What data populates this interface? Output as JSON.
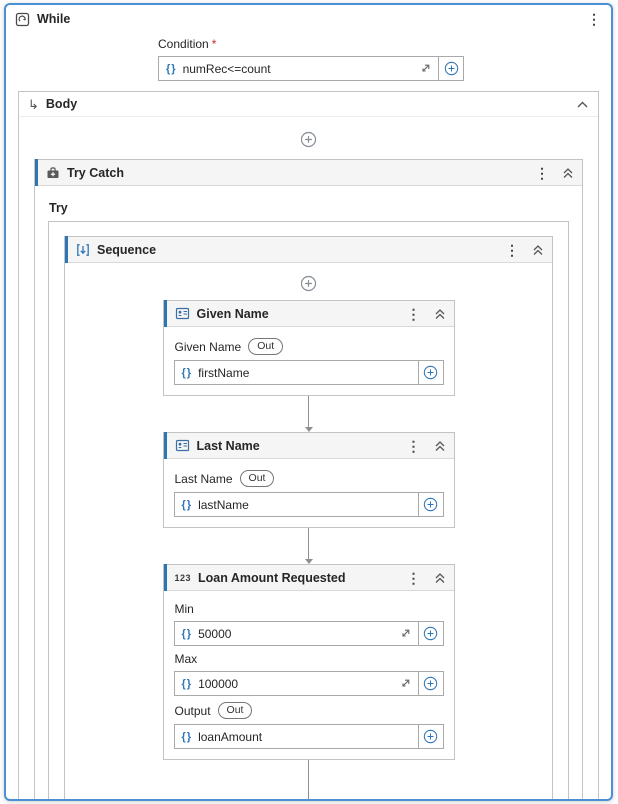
{
  "colors": {
    "frame_accent": "#4a90d6",
    "accent": "#2e75b6",
    "card_border": "#c3c3c3",
    "header_bg": "#f5f5f5",
    "required": "#c62828"
  },
  "icons": {
    "kebab": "⋮",
    "braces": "{}",
    "body_arrow": "↳"
  },
  "while_activity": {
    "title": "While",
    "condition_label": "Condition",
    "required_marker": "*",
    "condition_value": "numRec<=count"
  },
  "body_section": {
    "label": "Body"
  },
  "try_catch": {
    "title": "Try Catch",
    "try_label": "Try"
  },
  "sequence": {
    "title": "Sequence"
  },
  "cards": [
    {
      "title": "Given Name",
      "fields": [
        {
          "label": "Given Name",
          "badge": "Out",
          "value": "firstName"
        }
      ]
    },
    {
      "title": "Last Name",
      "fields": [
        {
          "label": "Last Name",
          "badge": "Out",
          "value": "lastName"
        }
      ]
    },
    {
      "title": "Loan Amount Requested",
      "icon_text": "123",
      "fields": [
        {
          "label": "Min",
          "value": "50000"
        },
        {
          "label": "Max",
          "value": "100000"
        },
        {
          "label": "Output",
          "badge": "Out",
          "value": "loanAmount"
        }
      ]
    }
  ]
}
